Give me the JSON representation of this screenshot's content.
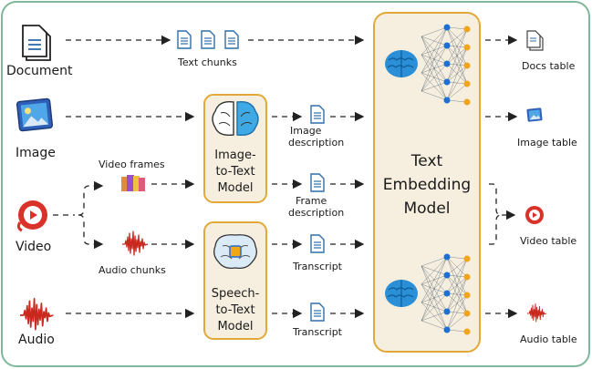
{
  "inputs": {
    "document": "Document",
    "image": "Image",
    "video": "Video",
    "audio": "Audio"
  },
  "intermediate": {
    "text_chunks": "Text chunks",
    "video_frames": "Video frames",
    "audio_chunks": "Audio chunks"
  },
  "models": {
    "image_to_text": [
      "Image-",
      "to-Text",
      "Model"
    ],
    "speech_to_text": [
      "Speech-",
      "to-Text",
      "Model"
    ],
    "text_embedding": [
      "Text",
      "Embedding",
      "Model"
    ]
  },
  "descriptions": {
    "image_description": [
      "Image",
      "description"
    ],
    "frame_description": [
      "Frame",
      "description"
    ],
    "transcript_video": "Transcript",
    "transcript_audio": "Transcript"
  },
  "outputs": {
    "docs_table": "Docs table",
    "image_table": "Image table",
    "video_table": "Video table",
    "audio_table": "Audio table"
  },
  "colors": {
    "frame_border": "#7fb89a",
    "model_fill": "#f6efdf",
    "model_border": "#e2a93a",
    "brain_blue": "#2a8fd6",
    "node_blue": "#1f6fd0",
    "node_orange": "#f3a51a",
    "audio_red": "#c8281e",
    "doc_blue": "#2f6ea8"
  }
}
